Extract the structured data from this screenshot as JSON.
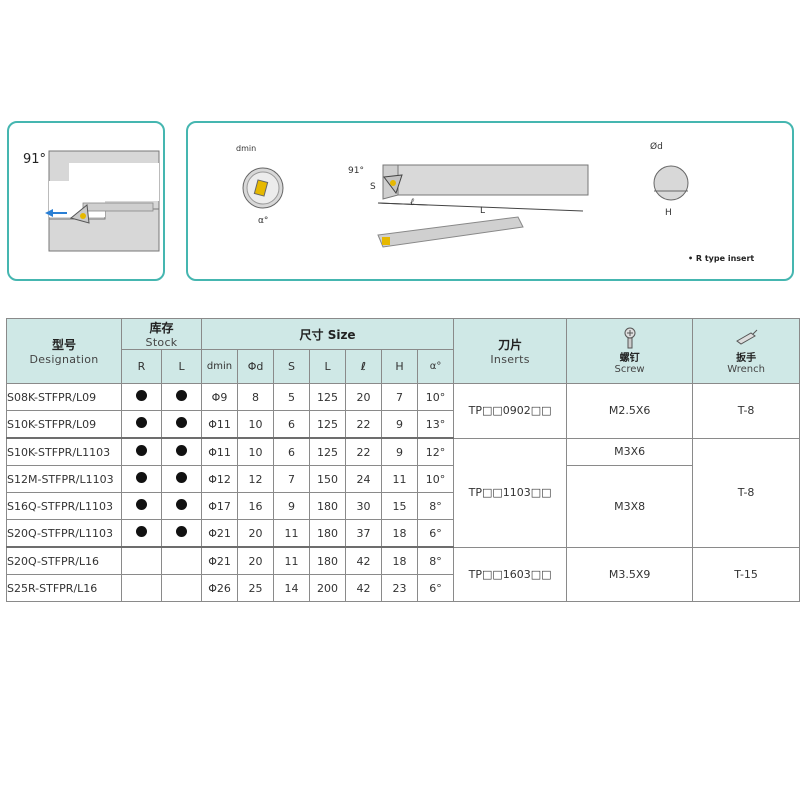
{
  "diagram": {
    "angle_left": "91°",
    "angle_main": "91°",
    "dmin_label": "dmin",
    "alpha_label": "α°",
    "s_label": "S",
    "l_label": "ℓ",
    "L_label": "L",
    "od_label": "Ød",
    "h_label": "H",
    "insert_note": "• R type insert"
  },
  "table": {
    "header": {
      "model_cn": "型号",
      "model_en": "Designation",
      "stock_cn": "库存",
      "stock_en": "Stock",
      "size_label": "尺寸 Size",
      "inserts_cn": "刀片",
      "inserts_en": "Inserts",
      "screw_cn": "螺钉",
      "screw_en": "Screw",
      "wrench_cn": "扳手",
      "wrench_en": "Wrench",
      "sub": [
        "R",
        "L",
        "dmin",
        "Φd",
        "S",
        "L",
        "ℓ",
        "H",
        "α°"
      ]
    },
    "rows": [
      {
        "designation": "S08K-STFPR/L09",
        "R": true,
        "L": true,
        "dmin": "Φ9",
        "d": "8",
        "S": "5",
        "Lval": "125",
        "l": "20",
        "H": "7",
        "a": "10°"
      },
      {
        "designation": "S10K-STFPR/L09",
        "R": true,
        "L": true,
        "dmin": "Φ11",
        "d": "10",
        "S": "6",
        "Lval": "125",
        "l": "22",
        "H": "9",
        "a": "13°"
      },
      {
        "designation": "S10K-STFPR/L1103",
        "R": true,
        "L": true,
        "dmin": "Φ11",
        "d": "10",
        "S": "6",
        "Lval": "125",
        "l": "22",
        "H": "9",
        "a": "12°"
      },
      {
        "designation": "S12M-STFPR/L1103",
        "R": true,
        "L": true,
        "dmin": "Φ12",
        "d": "12",
        "S": "7",
        "Lval": "150",
        "l": "24",
        "H": "11",
        "a": "10°"
      },
      {
        "designation": "S16Q-STFPR/L1103",
        "R": true,
        "L": true,
        "dmin": "Φ17",
        "d": "16",
        "S": "9",
        "Lval": "180",
        "l": "30",
        "H": "15",
        "a": "8°"
      },
      {
        "designation": "S20Q-STFPR/L1103",
        "R": true,
        "L": true,
        "dmin": "Φ21",
        "d": "20",
        "S": "11",
        "Lval": "180",
        "l": "37",
        "H": "18",
        "a": "6°"
      },
      {
        "designation": "S20Q-STFPR/L16",
        "R": false,
        "L": false,
        "dmin": "Φ21",
        "d": "20",
        "S": "11",
        "Lval": "180",
        "l": "42",
        "H": "18",
        "a": "8°"
      },
      {
        "designation": "S25R-STFPR/L16",
        "R": false,
        "L": false,
        "dmin": "Φ26",
        "d": "25",
        "S": "14",
        "Lval": "200",
        "l": "42",
        "H": "23",
        "a": "6°"
      }
    ],
    "groups": {
      "insert_1": "TP□□0902□□",
      "screw_1": "M2.5X6",
      "wrench_1": "T-8",
      "insert_2": "TP□□1103□□",
      "screw_2a": "M3X6",
      "screw_2b": "M3X8",
      "wrench_2": "T-8",
      "insert_3": "TP□□1603□□",
      "screw_3": "M3.5X9",
      "wrench_3": "T-15"
    }
  }
}
